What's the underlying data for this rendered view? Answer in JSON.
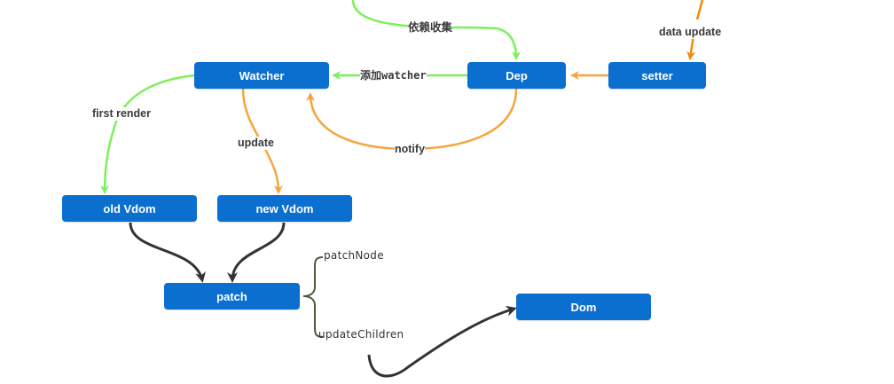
{
  "colors": {
    "node_fill": "#0b6fd0",
    "node_text": "#ffffff",
    "green_edge": "#7cf05c",
    "orange_edge": "#f5a53c",
    "dark_orange_edge": "#f08a0c",
    "dark_edge": "#333333",
    "brace": "#4a5a3a"
  },
  "nodes": {
    "watcher": "Watcher",
    "dep": "Dep",
    "setter": "setter",
    "old_vdom": "old Vdom",
    "new_vdom": "new Vdom",
    "patch": "patch",
    "dom": "Dom"
  },
  "edge_labels": {
    "collect": "依赖收集",
    "data_update": "data update",
    "add_watcher": "添加watcher",
    "first_render": "first render",
    "update": "update",
    "notify": "notify"
  },
  "patch_parts": {
    "patch_node": "patchNode",
    "update_children": "updateChildren"
  }
}
